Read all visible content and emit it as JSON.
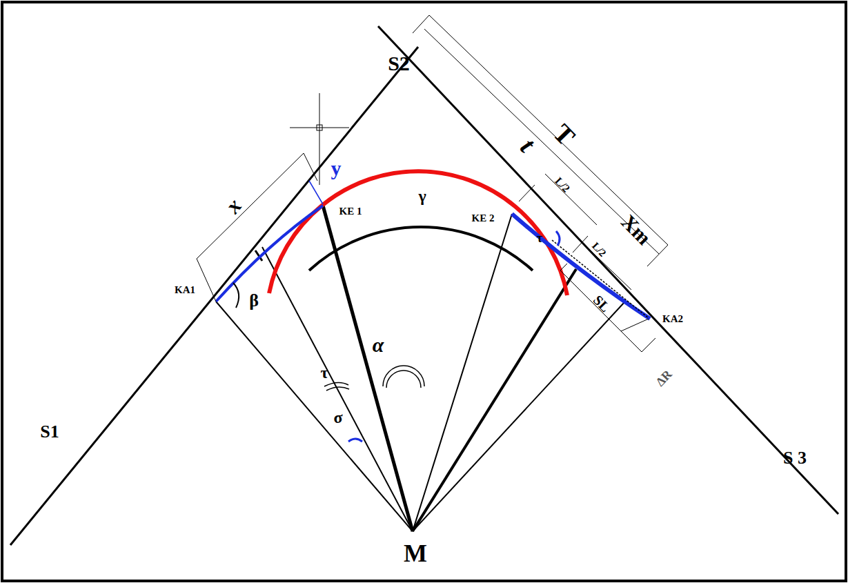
{
  "diagram": {
    "labels": [
      "S2",
      "t",
      "T",
      "x",
      "y",
      "KE 1",
      "KE 2",
      "L/2",
      "Xm",
      "L/2",
      "τ",
      "KA1",
      "β",
      "γ",
      "SL",
      "KA2",
      "ΔR",
      "α",
      "τ",
      "σ",
      "S1",
      "S 3",
      "M"
    ]
  }
}
